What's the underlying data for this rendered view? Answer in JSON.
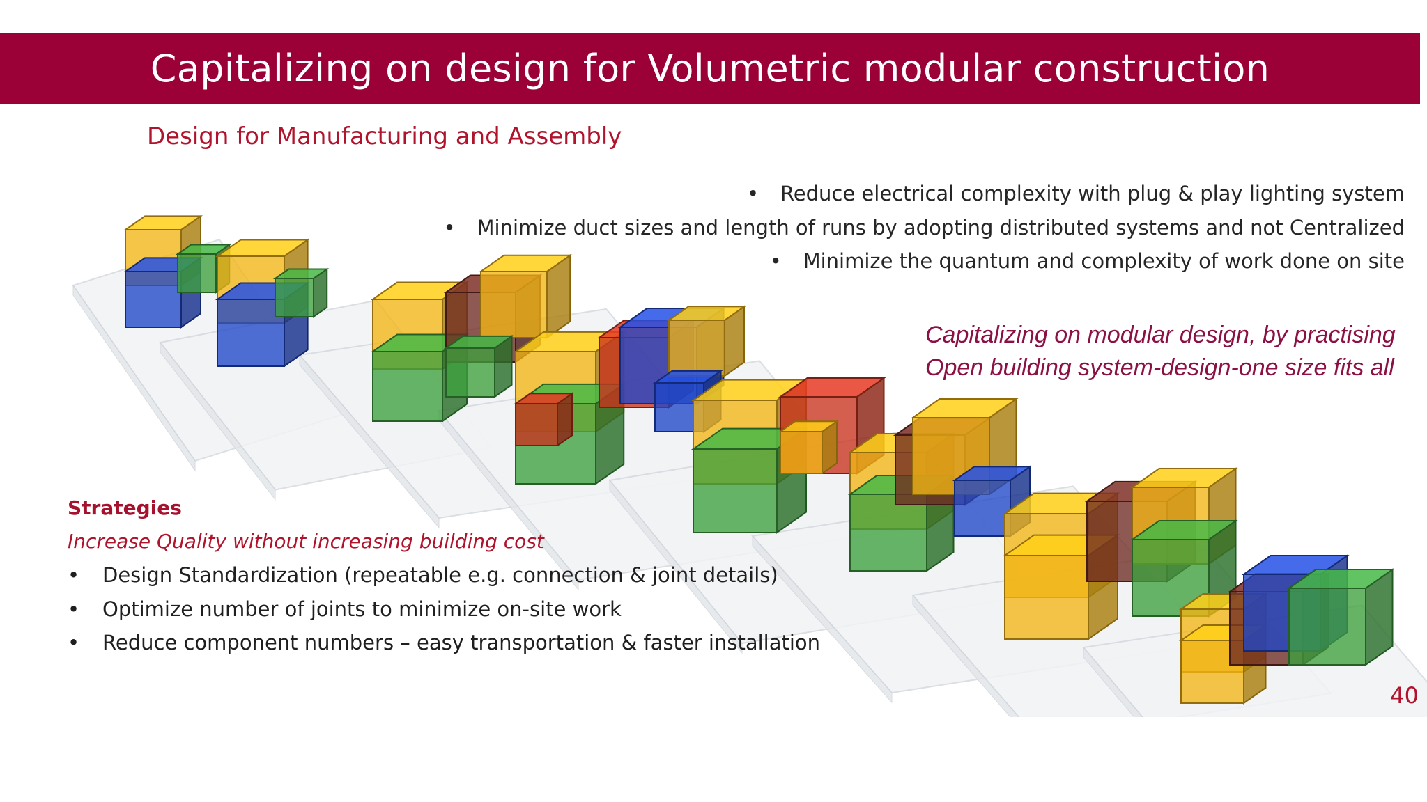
{
  "slide": {
    "title": "Capitalizing on design for Volumetric modular construction",
    "subtitle": "Design for Manufacturing and Assembly",
    "right_bullets": [
      "Reduce electrical complexity with plug & play lighting system",
      "Minimize duct sizes and length of runs by adopting distributed systems and not Centralized",
      "Minimize the quantum and complexity of work done on site"
    ],
    "callout": {
      "line1": "Capitalizing on modular design, by practising",
      "line2": "Open building system-design-one size fits all"
    },
    "strategies": {
      "heading": "Strategies",
      "subheading": "Increase Quality without increasing building cost",
      "items": [
        "Design Standardization (repeatable e.g. connection & joint details)",
        "Optimize number of joints to minimize on-site work",
        "Reduce component numbers – easy transportation & faster installation"
      ]
    },
    "bullet_glyph": "•",
    "page_number": "40"
  },
  "colors": {
    "brand": "#9b0036",
    "accent_text": "#b0132c",
    "callout": "#8b1043",
    "module_yellow": "#f2b515",
    "module_blue": "#1f46c8",
    "module_green": "#3da03d",
    "module_red": "#c8321e",
    "module_brown": "#6e2a22"
  },
  "illustration": {
    "name": "modular-blocks-illustration"
  }
}
